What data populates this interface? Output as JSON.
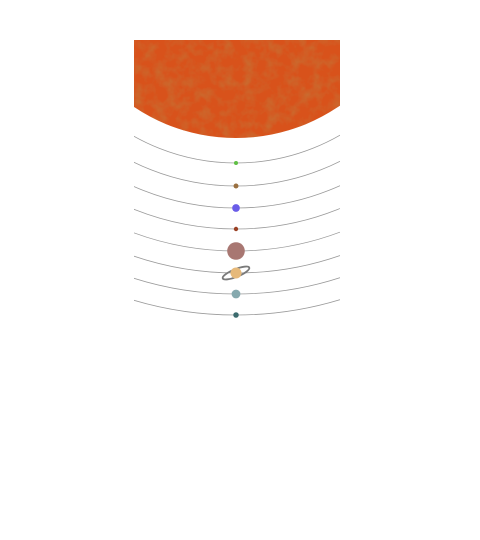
{
  "diagram": {
    "type": "solar-system",
    "sun": {
      "name": "sun",
      "color": "#d8521b",
      "texture_color": "#b8430f"
    },
    "orbit_color": "#9a9a9a",
    "planets": [
      {
        "name": "mercury",
        "color": "#5fbf45",
        "relative_size": 0.25
      },
      {
        "name": "venus",
        "color": "#9a7040",
        "relative_size": 0.45
      },
      {
        "name": "earth",
        "color": "#6a5ce8",
        "relative_size": 0.7
      },
      {
        "name": "mars",
        "color": "#9a4125",
        "relative_size": 0.4
      },
      {
        "name": "jupiter",
        "color": "#a87772",
        "relative_size": 1.6
      },
      {
        "name": "saturn",
        "color": "#e6b97a",
        "ring_color": "#7a7a7a",
        "relative_size": 1.0,
        "has_ring": true
      },
      {
        "name": "uranus",
        "color": "#86a9ae",
        "relative_size": 0.8
      },
      {
        "name": "neptune",
        "color": "#3c6b6e",
        "relative_size": 0.5
      }
    ]
  }
}
